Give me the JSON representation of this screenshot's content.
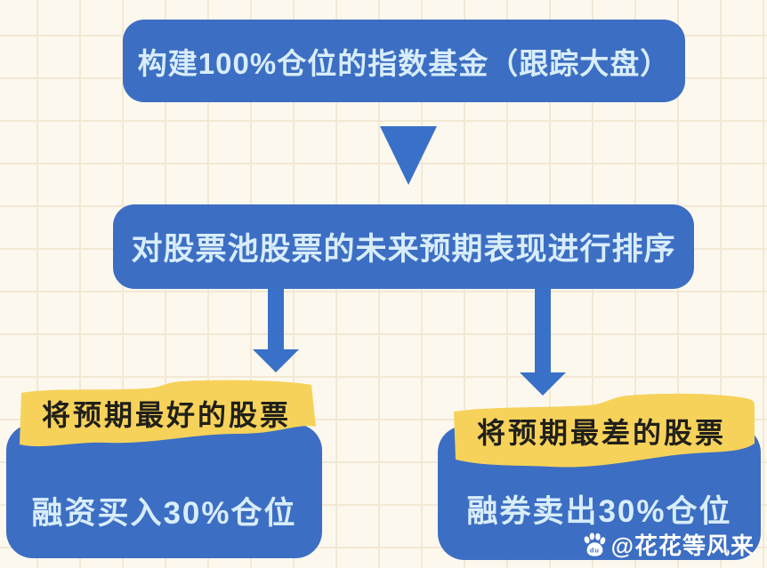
{
  "colors": {
    "box_blue": "#3c6ec3",
    "arrow_blue": "#3a71c8",
    "ribbon_yellow": "#f6d25a",
    "box_text": "#d8edfb",
    "ribbon_text": "#201f1a",
    "watermark_text": "#ffffff",
    "bg_base": "#fdf8ee",
    "bg_grid": "#f2e8d4"
  },
  "flowchart": {
    "step1": {
      "label": "构建100%仓位的指数基金（跟踪大盘）"
    },
    "step2": {
      "label": "对股票池股票的未来预期表现进行排序"
    },
    "branch_left": {
      "tag": "将预期最好的股票",
      "action": "融资买入30%仓位"
    },
    "branch_right": {
      "tag": "将预期最差的股票",
      "action": "融券卖出30%仓位"
    }
  },
  "watermark": {
    "icon": "baidu-paw-icon",
    "icon_text": "du",
    "handle": "@花花等风来"
  }
}
